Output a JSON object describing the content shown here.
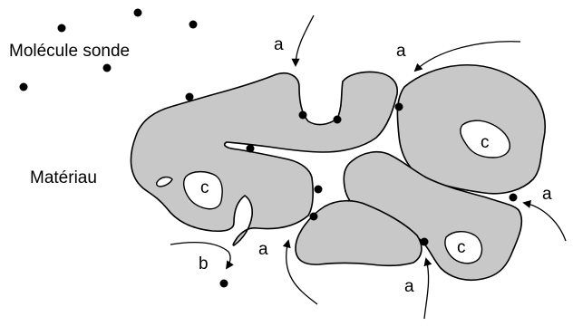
{
  "labels": {
    "molecule": "Molécule sonde",
    "material": "Matériau",
    "closed_pore": "c",
    "blind_pore": "b",
    "open_pore": "a"
  },
  "colors": {
    "grain_fill": "#c8c8c8",
    "outline": "#000000",
    "background": "#ffffff"
  }
}
